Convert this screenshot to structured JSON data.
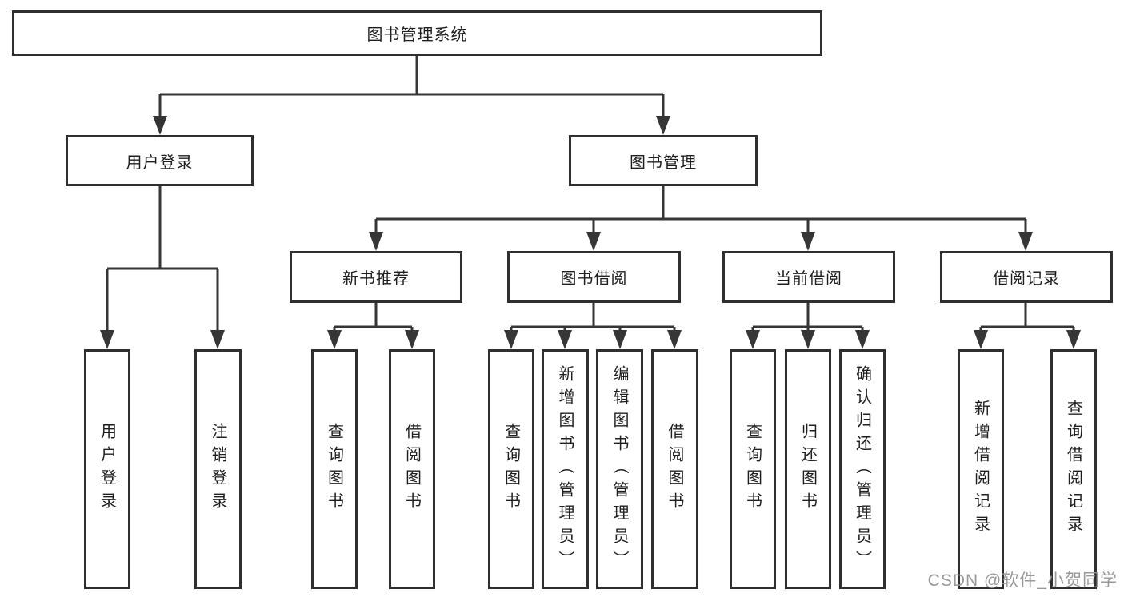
{
  "tree": {
    "root": "图书管理系统",
    "level2": {
      "user_login": "用户登录",
      "book_mgmt": "图书管理"
    },
    "level3": {
      "new_books": "新书推荐",
      "book_borrow": "图书借阅",
      "current_borrow": "当前借阅",
      "borrow_records": "借阅记录"
    },
    "leaves": {
      "user_login": "用户登录",
      "logout": "注销登录",
      "nb_query": "查询图书",
      "nb_borrow": "借阅图书",
      "bb_query": "查询图书",
      "bb_add": "新增图书（管理员）",
      "bb_edit": "编辑图书（管理员）",
      "bb_borrow": "借阅图书",
      "cb_query": "查询图书",
      "cb_return": "归还图书",
      "cb_confirm": "确认归还（管理员）",
      "br_add": "新增借阅记录",
      "br_query": "查询借阅记录"
    }
  },
  "watermark": "CSDN @软件_小贺同学",
  "colors": {
    "box_border": "#2f2f2f",
    "line": "#363636",
    "text": "#1f1f1f",
    "watermark": "#949494",
    "background": "#ffffff"
  }
}
